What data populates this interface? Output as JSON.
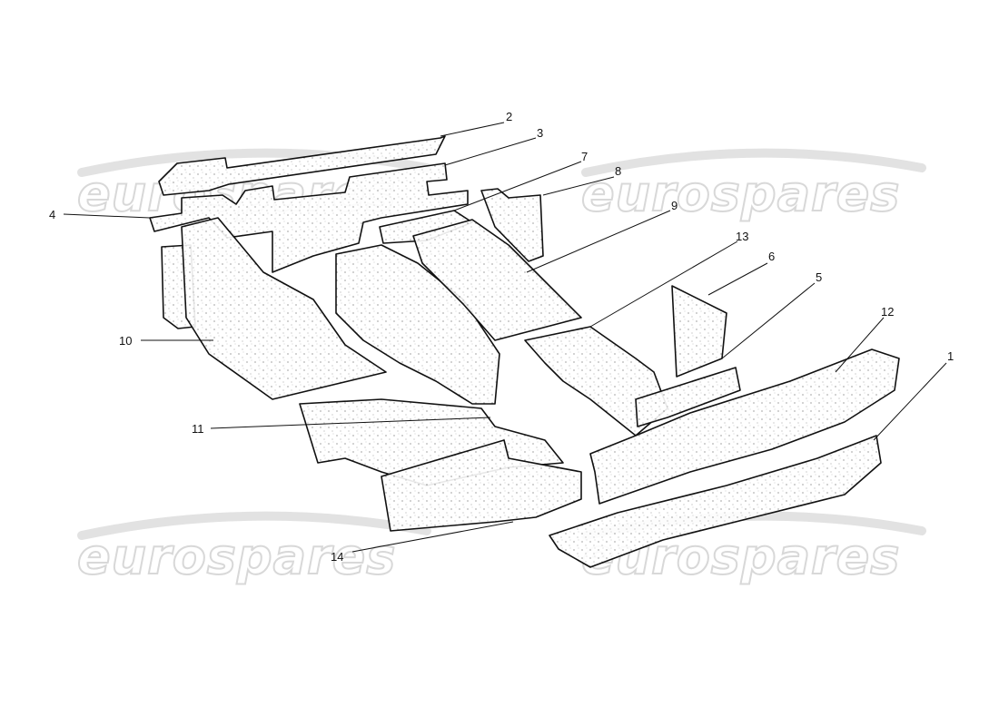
{
  "diagram": {
    "watermark": "eurospares",
    "callouts": [
      {
        "id": "c1",
        "label": "1"
      },
      {
        "id": "c2",
        "label": "2"
      },
      {
        "id": "c3",
        "label": "3"
      },
      {
        "id": "c4",
        "label": "4"
      },
      {
        "id": "c5",
        "label": "5"
      },
      {
        "id": "c6",
        "label": "6"
      },
      {
        "id": "c7",
        "label": "7"
      },
      {
        "id": "c8",
        "label": "8"
      },
      {
        "id": "c9",
        "label": "9"
      },
      {
        "id": "c10",
        "label": "10"
      },
      {
        "id": "c11",
        "label": "11"
      },
      {
        "id": "c12",
        "label": "12"
      },
      {
        "id": "c13",
        "label": "13"
      },
      {
        "id": "c14",
        "label": "14"
      }
    ]
  }
}
